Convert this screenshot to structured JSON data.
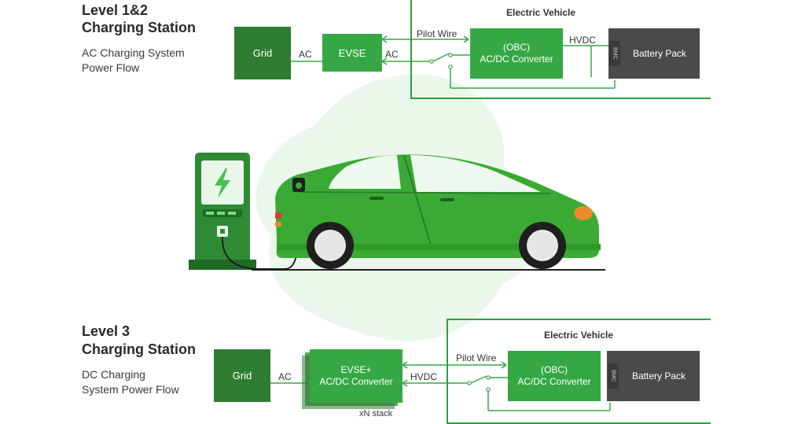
{
  "level12": {
    "title_line1": "Level 1&2",
    "title_line2": "Charging Station",
    "subtitle_line1": "AC Charging System",
    "subtitle_line2": "Power Flow",
    "grid": "Grid",
    "ac_label_1": "AC",
    "evse": "EVSE",
    "ac_label_2": "AC",
    "pilot_wire": "Pilot Wire",
    "ev_title": "Electric Vehicle",
    "obc_line1": "(OBC)",
    "obc_line2": "AC/DC Converter",
    "hvdc": "HVDC",
    "bmc": "BMC",
    "battery": "Battery Pack"
  },
  "level3": {
    "title_line1": "Level 3",
    "title_line2": "Charging Station",
    "subtitle_line1": "DC Charging",
    "subtitle_line2": "System Power Flow",
    "grid": "Grid",
    "ac_label": "AC",
    "evse_line1": "EVSE+",
    "evse_line2": "AC/DC Converter",
    "stack_label": "xN stack",
    "hvdc_label": "HVDC",
    "pilot_wire": "Pilot Wire",
    "ev_title": "Electric Vehicle",
    "obc_line1": "(OBC)",
    "obc_line2": "AC/DC Converter",
    "bmc": "BMC",
    "battery": "Battery Pack"
  },
  "colors": {
    "dark_green": "#2e7d32",
    "green": "#35a845",
    "car_green": "#3aaa35",
    "blob": "#eaf7ea",
    "battery_gray": "#4a4a4a"
  },
  "icons": [
    "lightning-bolt-icon",
    "charging-plug-icon"
  ]
}
